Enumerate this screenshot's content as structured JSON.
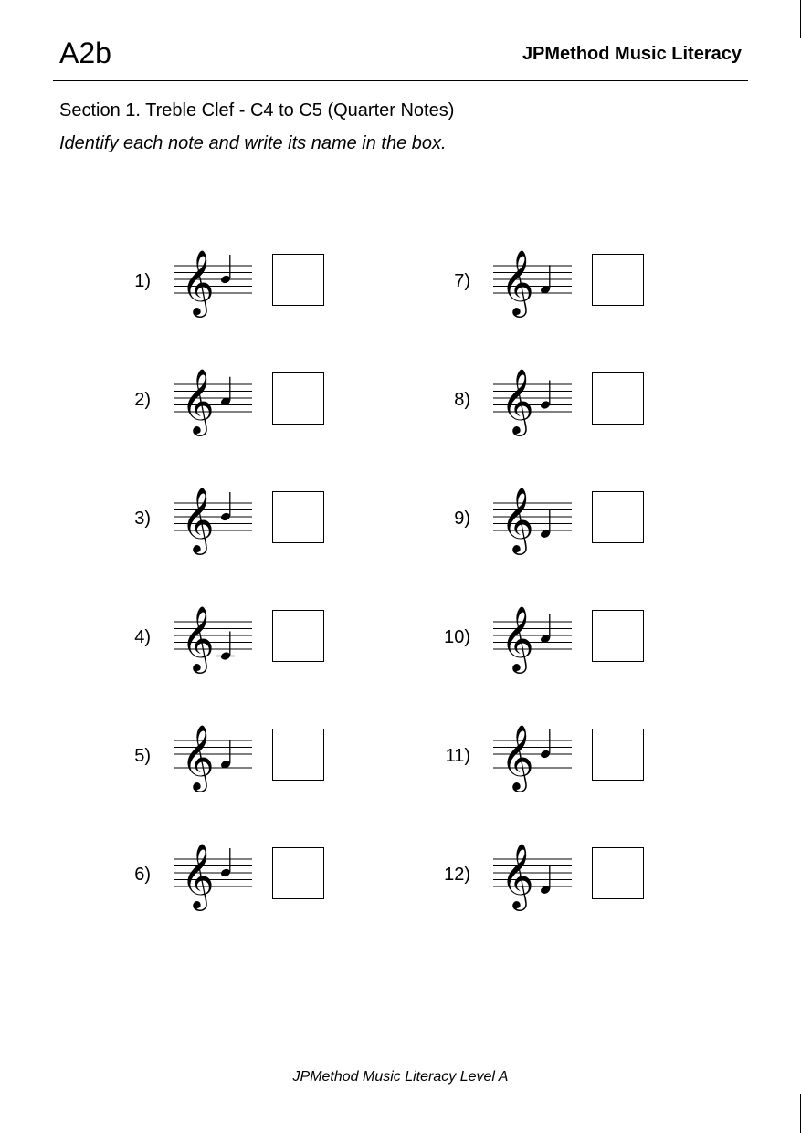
{
  "header": {
    "code": "A2b",
    "brand": "JPMethod Music Literacy"
  },
  "section": {
    "title": "Section 1. Treble Clef - C4 to C5 (Quarter Notes)",
    "instruction": "Identify each note and write its name in the box."
  },
  "exercises": [
    {
      "label": "1)",
      "note": "B4",
      "answer": ""
    },
    {
      "label": "2)",
      "note": "A4",
      "answer": ""
    },
    {
      "label": "3)",
      "note": "B4",
      "answer": ""
    },
    {
      "label": "4)",
      "note": "C4",
      "answer": ""
    },
    {
      "label": "5)",
      "note": "F4",
      "answer": ""
    },
    {
      "label": "6)",
      "note": "B4",
      "answer": ""
    },
    {
      "label": "7)",
      "note": "F4",
      "answer": ""
    },
    {
      "label": "8)",
      "note": "G4",
      "answer": ""
    },
    {
      "label": "9)",
      "note": "D4",
      "answer": ""
    },
    {
      "label": "10)",
      "note": "A4",
      "answer": ""
    },
    {
      "label": "11)",
      "note": "B4",
      "answer": ""
    },
    {
      "label": "12)",
      "note": "D4",
      "answer": ""
    }
  ],
  "icons": {
    "clef": "treble-clef-icon",
    "note": "quarter-note-icon"
  },
  "footer": {
    "text": "JPMethod Music Literacy Level A"
  }
}
